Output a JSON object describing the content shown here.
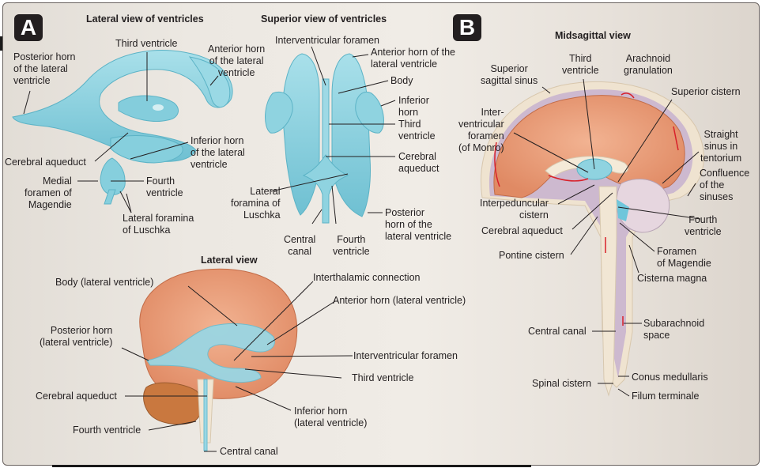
{
  "figure": {
    "panel_a": {
      "badge": "A",
      "lateral_ventricles": {
        "title": "Lateral view of ventricles",
        "labels": {
          "posterior_horn": "Posterior horn\nof the lateral\nventricle",
          "third_ventricle": "Third ventricle",
          "anterior_horn": "Anterior horn\nof the lateral\nventricle",
          "inferior_horn": "Inferior horn\nof the lateral\nventricle",
          "cerebral_aqueduct": "Cerebral aqueduct",
          "medial_foramen": "Medial\nforamen of\nMagendie",
          "fourth_ventricle": "Fourth\nventricle",
          "lateral_foramina": "Lateral foramina\nof Luschka"
        }
      },
      "superior_ventricles": {
        "title": "Superior view of ventricles",
        "labels": {
          "interventricular_foramen": "Interventricular foramen",
          "anterior_horn": "Anterior horn of the\nlateral ventricle",
          "body": "Body",
          "inferior_horn": "Inferior\nhorn",
          "third_ventricle": "Third\nventricle",
          "cerebral_aqueduct": "Cerebral\naqueduct",
          "lateral_foramina": "Lateral\nforamina of\nLuschka",
          "posterior_horn": "Posterior\nhorn of the\nlateral ventricle",
          "central_canal": "Central\ncanal",
          "fourth_ventricle": "Fourth\nventricle"
        }
      },
      "lateral_brain": {
        "title": "Lateral view",
        "labels": {
          "body": "Body (lateral ventricle)",
          "interthalamic": "Interthalamic connection",
          "anterior_horn": "Anterior horn (lateral ventricle)",
          "posterior_horn": "Posterior horn\n(lateral ventricle)",
          "interventricular_foramen": "Interventricular foramen",
          "third_ventricle": "Third ventricle",
          "cerebral_aqueduct": "Cerebral aqueduct",
          "inferior_horn": "Inferior horn\n(lateral ventricle)",
          "fourth_ventricle": "Fourth ventricle",
          "central_canal": "Central canal"
        }
      }
    },
    "panel_b": {
      "badge": "B",
      "title": "Midsagittal view",
      "labels": {
        "superior_sagittal_sinus": "Superior\nsagittal sinus",
        "third_ventricle": "Third\nventricle",
        "arachnoid_granulation": "Arachnoid\ngranulation",
        "superior_cistern": "Superior cistern",
        "interventricular_foramen": "Inter-\nventricular\nforamen\n(of Monro)",
        "straight_sinus": "Straight\nsinus in\ntentorium",
        "confluence": "Confluence\nof the\nsinuses",
        "interpeduncular_cistern": "Interpeduncular\ncistern",
        "cerebral_aqueduct": "Cerebral aqueduct",
        "fourth_ventricle": "Fourth\nventricle",
        "foramen_magendie": "Foramen\nof Magendie",
        "pontine_cistern": "Pontine cistern",
        "cisterna_magna": "Cisterna magna",
        "central_canal": "Central canal",
        "subarachnoid_space": "Subarachnoid\nspace",
        "conus_medullaris": "Conus medullaris",
        "spinal_cistern": "Spinal cistern",
        "filum_terminale": "Filum terminale"
      }
    }
  },
  "colors": {
    "ventricle": "#8fd3e0",
    "ventricle_dark": "#5fb6c9",
    "brain": "#e9a07c",
    "brain_sulci": "#b9603f",
    "cerebellum": "#c9783f",
    "brainstem": "#f1e6d4",
    "csf_space": "#c7b3c8",
    "flow_arrow": "#d8202a",
    "text": "#231f20",
    "badge": "#231f20"
  }
}
